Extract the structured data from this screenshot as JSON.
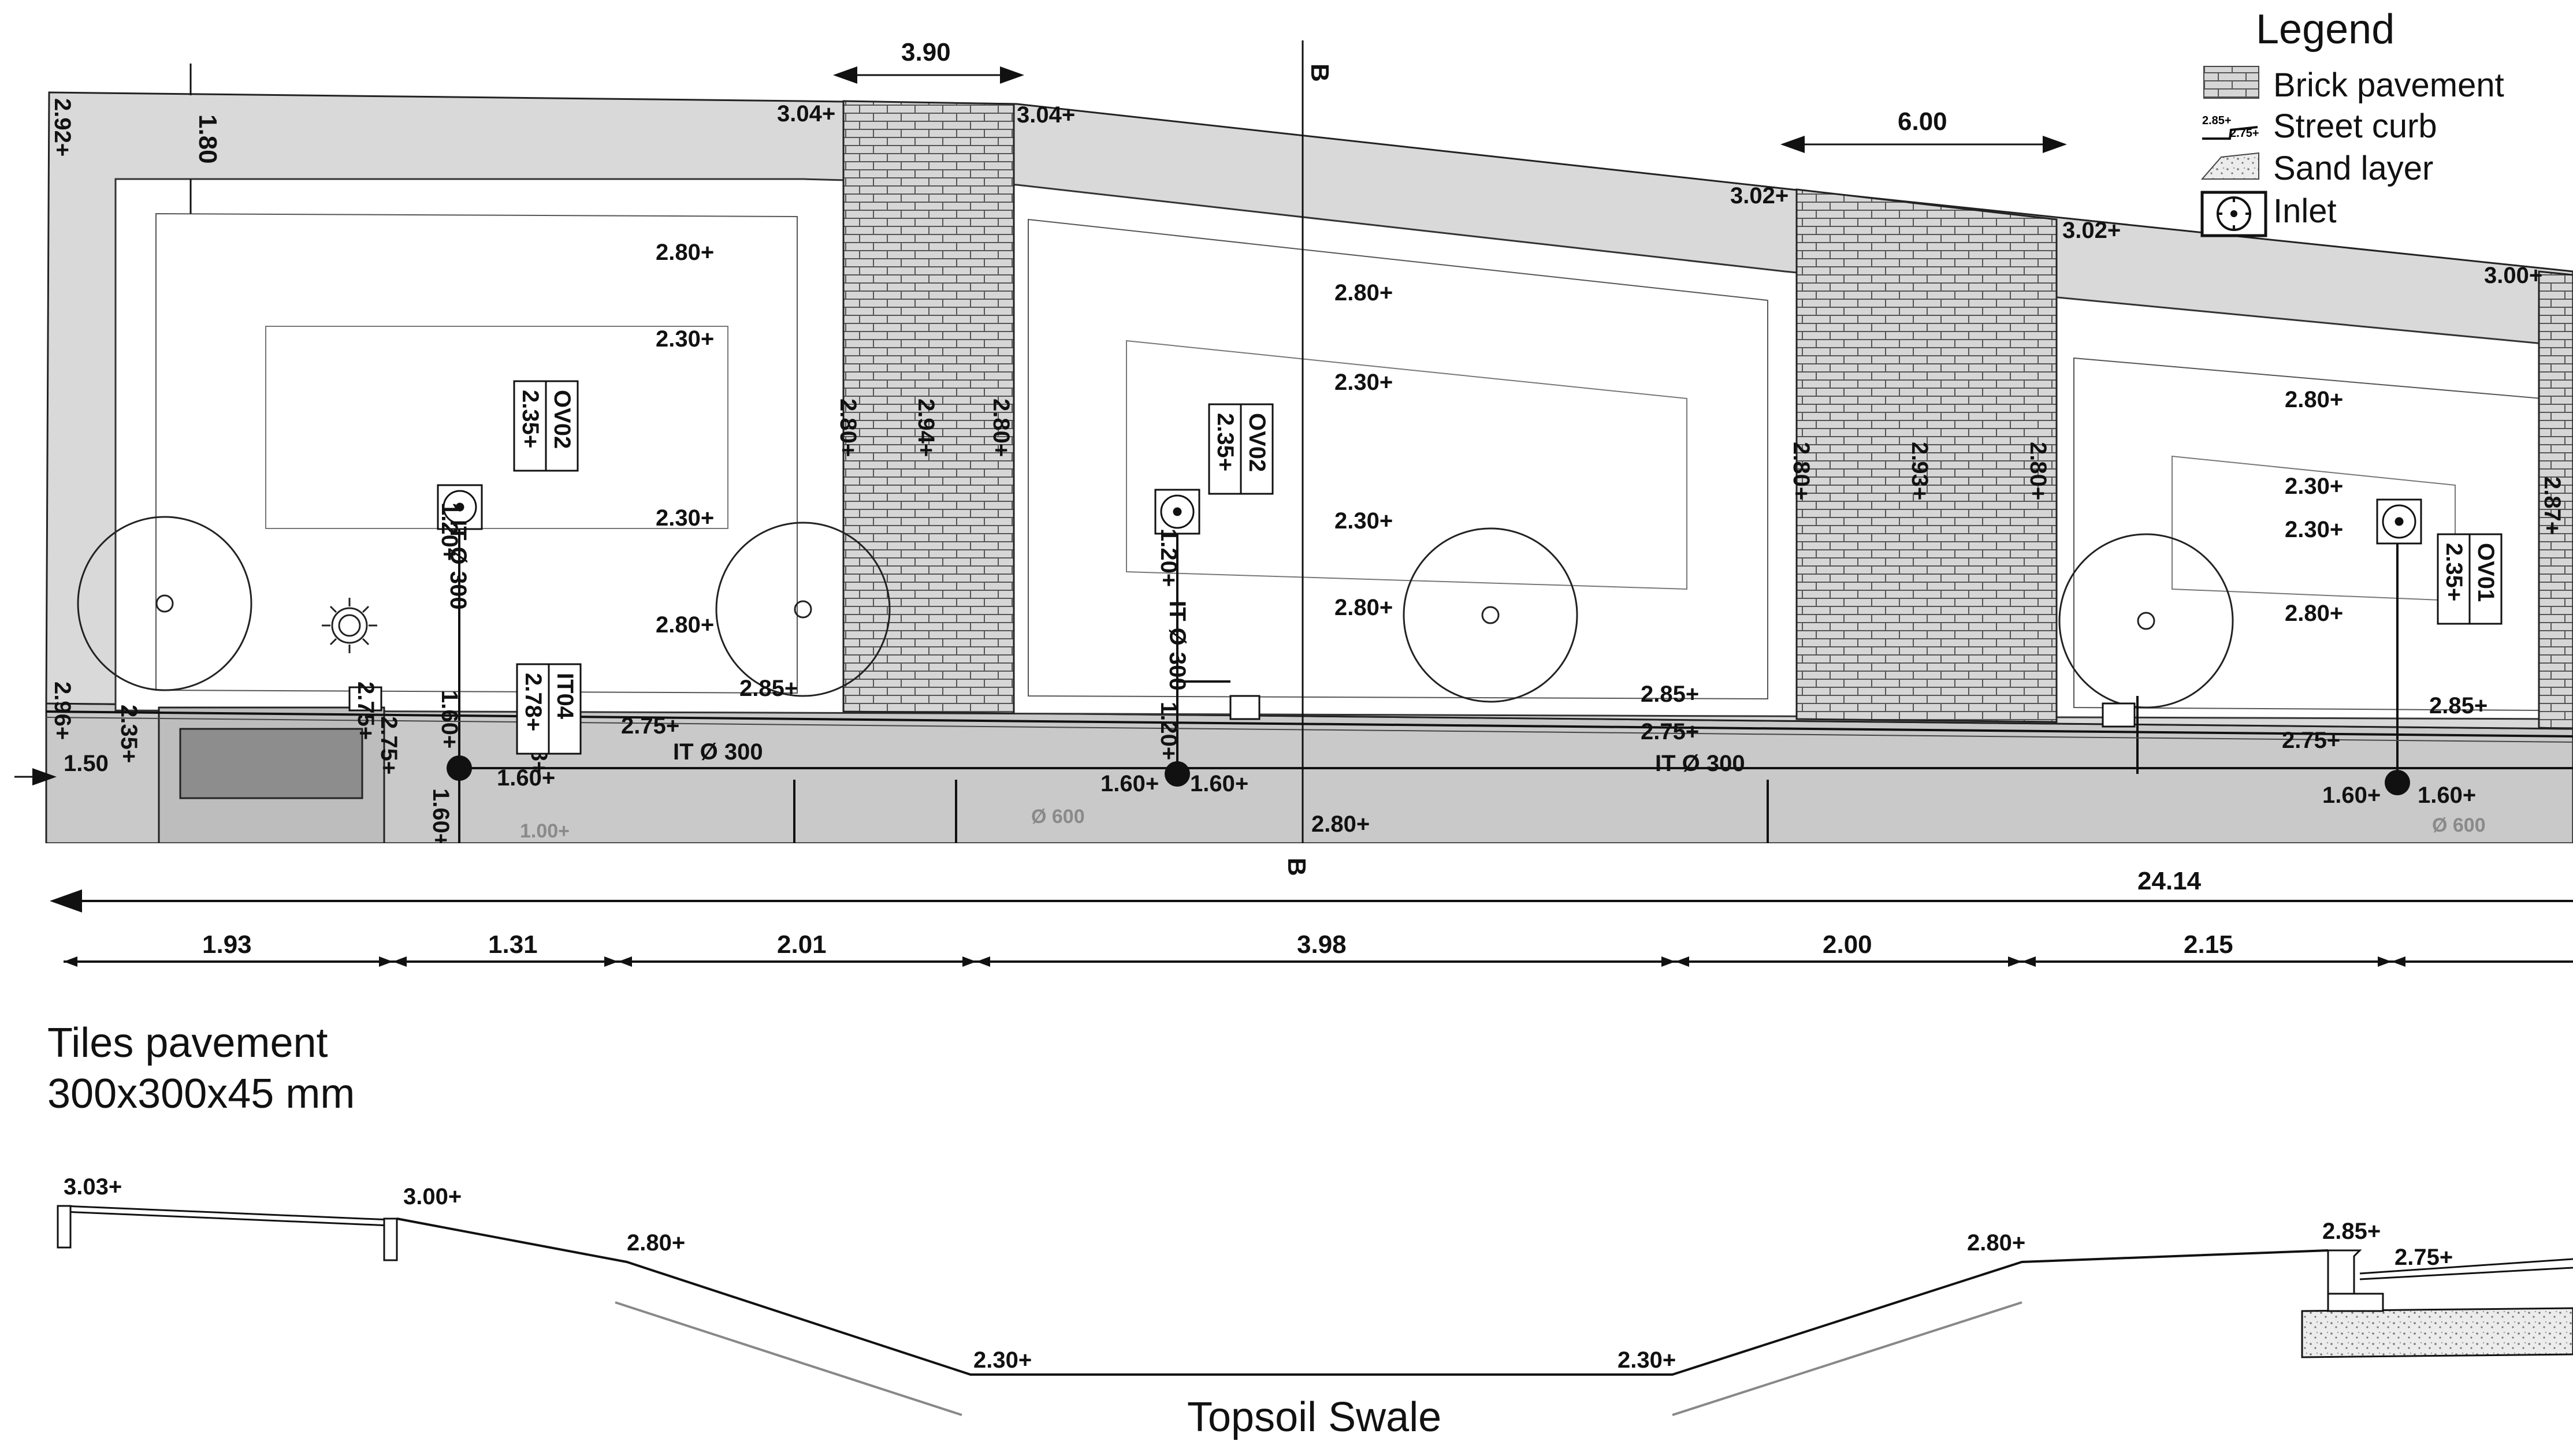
{
  "legend": {
    "title": "Legend",
    "items": [
      {
        "id": "brick",
        "label": "Brick pavement"
      },
      {
        "id": "curb",
        "label": "Street curb"
      },
      {
        "id": "sand",
        "label": "Sand layer"
      },
      {
        "id": "inlet",
        "label": "Inlet"
      }
    ],
    "curb_sample_labels": [
      "2.85+",
      "2.75+"
    ]
  },
  "plan": {
    "section_marker": "B",
    "top_dims": [
      "3.90",
      "6.00"
    ],
    "left_dims": [
      "1.80"
    ],
    "corner_elev": [
      "2.92+",
      "3.04+",
      "3.04+",
      "3.02+",
      "3.02+",
      "3.00+"
    ],
    "elev_labels": {
      "basin1": [
        "2.80+",
        "2.30+",
        "2.30+",
        "2.80+",
        "2.85+"
      ],
      "basin2": [
        "2.80+",
        "2.30+",
        "2.30+",
        "2.80+",
        "2.80+"
      ],
      "basin3": [
        "2.80+",
        "2.30+",
        "2.30+",
        "2.80+",
        "2.85+",
        "2.85+"
      ],
      "brick1": [
        "2.80+",
        "2.94+",
        "2.80+"
      ],
      "brick2": [
        "2.80+",
        "2.93+",
        "2.80+"
      ],
      "right_edge": "2.87+",
      "street": [
        "2.75+",
        "2.75+",
        "2.75+",
        "2.75+",
        "2.75+",
        "2.78+"
      ],
      "pipe_levels": [
        "1.20+",
        "1.20+",
        "1.60+",
        "1.60+",
        "1.60+",
        "1.60+",
        "1.60+",
        "1.60+",
        "1.20+",
        "1.60+",
        "1.00+"
      ],
      "left_side": [
        "2.96+",
        "1.50",
        "2.35+"
      ]
    },
    "tags": {
      "ov02a": [
        "OV02",
        "2.35+"
      ],
      "ov02b": [
        "OV02",
        "2.35+"
      ],
      "ov01": [
        "OV01",
        "2.35+"
      ],
      "it04": [
        "IT04",
        "2.78+"
      ]
    },
    "pipes": [
      "IT Ø 300",
      "IT Ø 300",
      "IT Ø 300",
      "IT Ø 300"
    ],
    "main_pipe": [
      "Ø 600",
      "Ø 600"
    ]
  },
  "dimensions": {
    "total": "24.14",
    "segments": [
      "1.93",
      "1.31",
      "2.01",
      "3.98",
      "2.00",
      "2.15"
    ]
  },
  "section": {
    "note_line1": "Tiles pavement",
    "note_line2": "300x300x45 mm",
    "label": "Topsoil Swale",
    "elevations": [
      "3.03+",
      "3.00+",
      "2.80+",
      "2.30+",
      "2.30+",
      "2.80+",
      "2.85+",
      "2.75+"
    ]
  }
}
